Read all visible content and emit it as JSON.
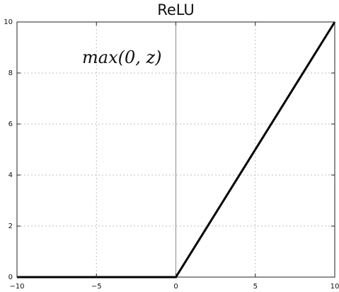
{
  "chart_data": {
    "type": "line",
    "title": "ReLU",
    "xlabel": "",
    "ylabel": "",
    "annotation": "max(0,  z)",
    "xlim": [
      -10,
      10
    ],
    "ylim": [
      0,
      10
    ],
    "xticks": [
      -10,
      -5,
      0,
      5,
      10
    ],
    "yticks": [
      0,
      2,
      4,
      6,
      8,
      10
    ],
    "grid": true,
    "vline_at_x": 0,
    "series": [
      {
        "x": [
          -10,
          0,
          10
        ],
        "y": [
          0,
          0,
          10
        ],
        "color": "#000000"
      }
    ]
  }
}
